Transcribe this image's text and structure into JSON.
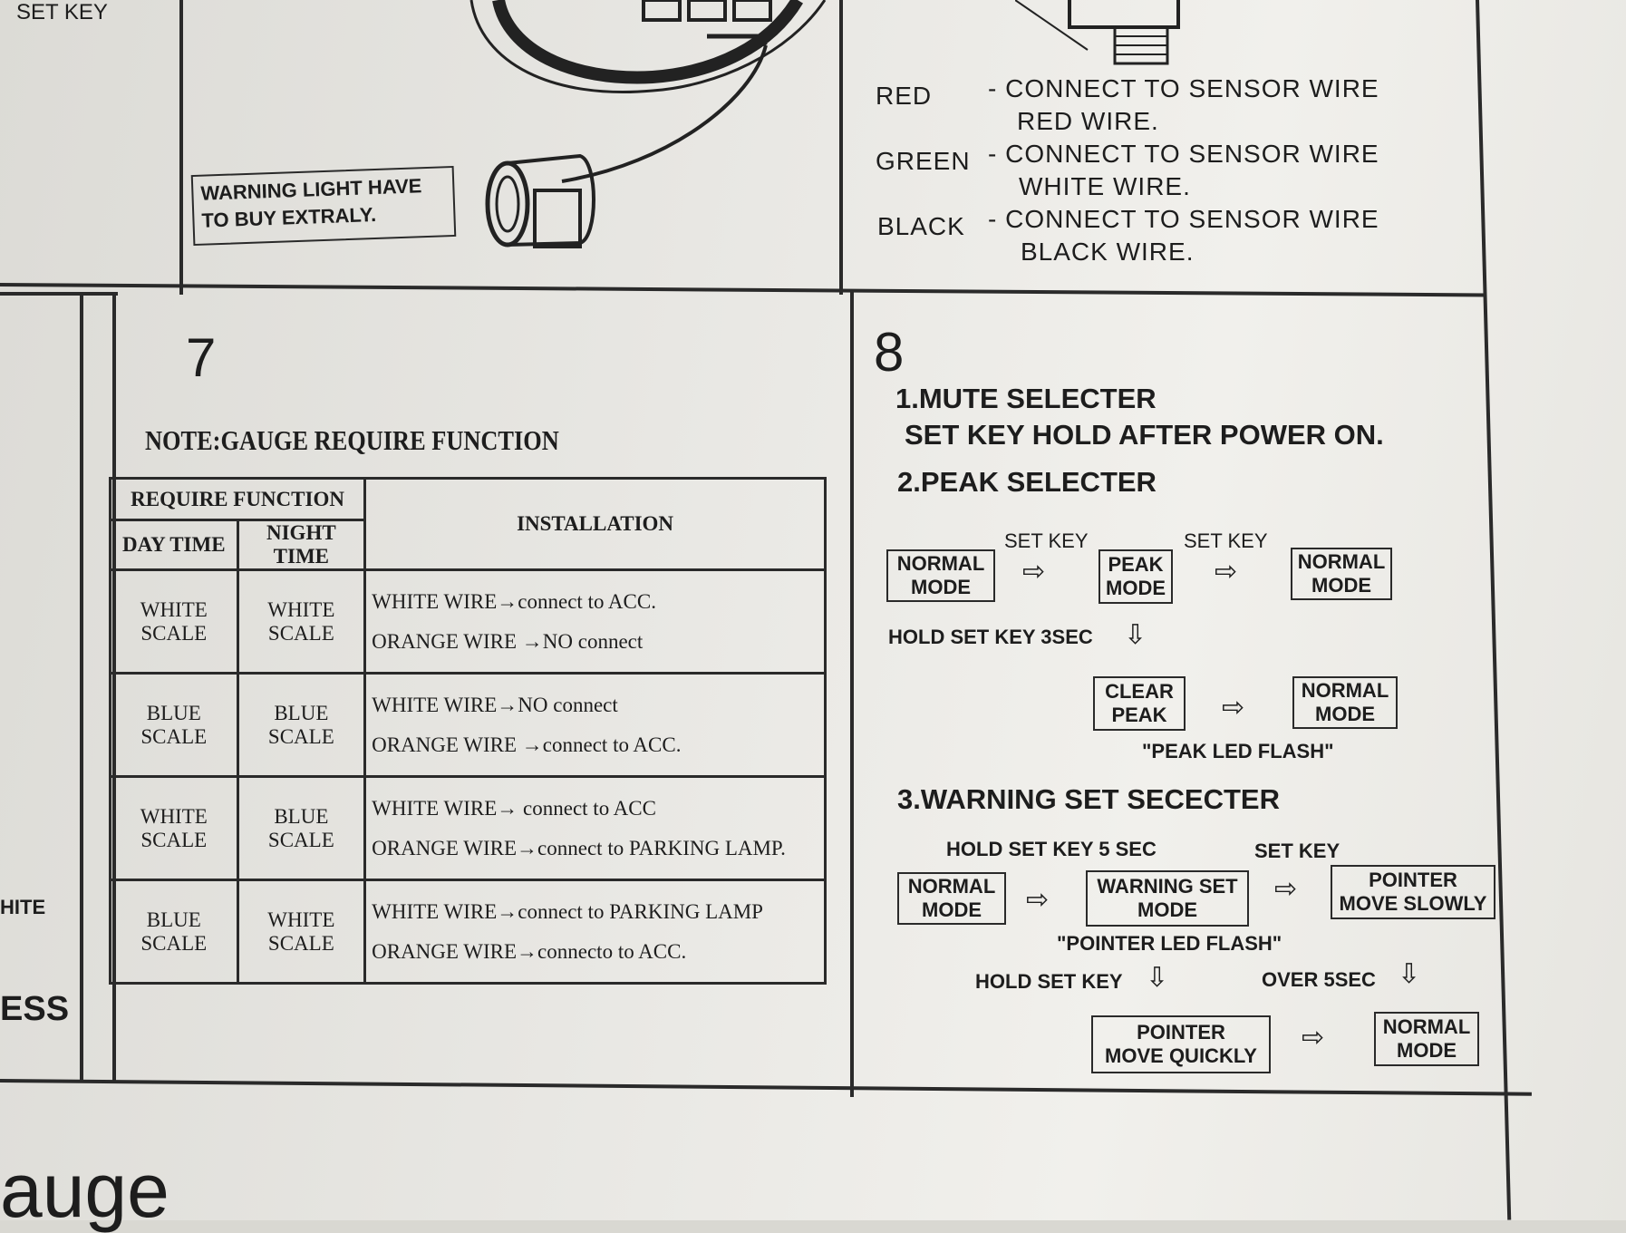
{
  "top_left": {
    "set_key_label": "SET KEY",
    "warning_note": [
      "WARNING LIGHT HAVE",
      "TO BUY EXTRALY."
    ]
  },
  "top_right": {
    "wires": [
      {
        "color": "RED",
        "line1": "- CONNECT TO SENSOR WIRE",
        "line2": "RED WIRE."
      },
      {
        "color": "GREEN",
        "line1": "- CONNECT TO SENSOR WIRE",
        "line2": "WHITE WIRE."
      },
      {
        "color": "BLACK",
        "line1": "- CONNECT TO SENSOR WIRE",
        "line2": "BLACK WIRE."
      }
    ]
  },
  "left_margin": {
    "fragment1": "HITE",
    "fragment2": "ESS"
  },
  "section7": {
    "number": "7",
    "note": "NOTE:GAUGE REQUIRE FUNCTION",
    "table": {
      "header_require": "REQUIRE FUNCTION",
      "header_day": "DAY TIME",
      "header_night": "NIGHT TIME",
      "header_install": "INSTALLATION",
      "rows": [
        {
          "day": "WHITE SCALE",
          "night": "WHITE SCALE",
          "line1": "WHITE WIRE→connect to ACC.",
          "line2": "ORANGE WIRE →NO connect"
        },
        {
          "day": "BLUE SCALE",
          "night": "BLUE SCALE",
          "line1": "WHITE WIRE→NO connect",
          "line2": "ORANGE WIRE →connect to ACC."
        },
        {
          "day": "WHITE SCALE",
          "night": "BLUE SCALE",
          "line1": "WHITE WIRE→ connect to ACC",
          "line2": "ORANGE WIRE→connect to PARKING LAMP."
        },
        {
          "day": "BLUE SCALE",
          "night": "WHITE SCALE",
          "line1": "WHITE WIRE→connect to PARKING LAMP",
          "line2": "ORANGE WIRE→connecto to ACC."
        }
      ]
    }
  },
  "section8": {
    "number": "8",
    "mute_title": "1.MUTE SELECTER",
    "mute_desc": "SET KEY HOLD AFTER POWER ON.",
    "peak_title": "2.PEAK SELECTER",
    "peak": {
      "set_key_1": "SET KEY",
      "set_key_2": "SET KEY",
      "normal_mode_1": [
        "NORMAL",
        "MODE"
      ],
      "peak_mode": [
        "PEAK",
        "MODE"
      ],
      "normal_mode_2": [
        "NORMAL",
        "MODE"
      ],
      "hold_label": "HOLD SET KEY 3SEC",
      "clear_peak": [
        "CLEAR",
        "PEAK"
      ],
      "normal_mode_3": [
        "NORMAL",
        "MODE"
      ],
      "flash_note": "\"PEAK LED FLASH\""
    },
    "warning_title": "3.WARNING SET SECECTER",
    "warning": {
      "hold_5sec": "HOLD SET KEY 5 SEC",
      "set_key": "SET KEY",
      "normal_mode_1": [
        "NORMAL",
        "MODE"
      ],
      "warning_set_mode": [
        "WARNING SET",
        "MODE"
      ],
      "pointer_slowly": [
        "POINTER",
        "MOVE SLOWLY"
      ],
      "flash_note": "\"POINTER LED FLASH\"",
      "hold_set_key": "HOLD SET KEY",
      "over_5sec": "OVER 5SEC",
      "pointer_quickly": [
        "POINTER",
        "MOVE QUICKLY"
      ],
      "normal_mode_2": [
        "NORMAL",
        "MODE"
      ]
    }
  },
  "bottom": {
    "fragment": "auge"
  }
}
